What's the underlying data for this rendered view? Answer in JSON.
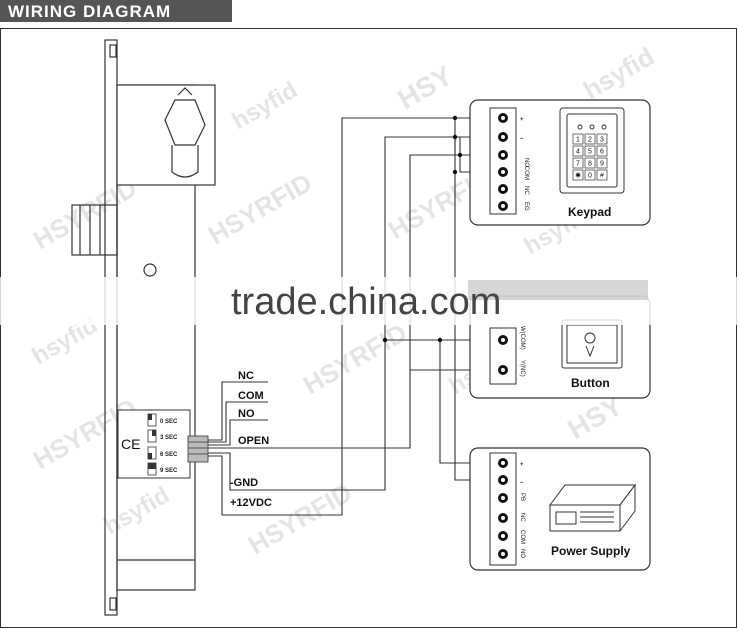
{
  "title": "WIRING DIAGRAM",
  "lock": {
    "delay_settings": [
      "0 SEC",
      "3 SEC",
      "6 SEC",
      "9 SEC"
    ],
    "ce_mark": "CE",
    "wires": [
      "NC",
      "COM",
      "NO",
      "OPEN",
      "-GND",
      "+12VDC"
    ]
  },
  "keypad": {
    "label": "Keypad",
    "terminals": [
      "+",
      "–",
      "NO",
      "COM",
      "NC",
      "EG"
    ],
    "keys": [
      "1",
      "2",
      "3",
      "4",
      "5",
      "6",
      "7",
      "8",
      "9",
      "✱",
      "0",
      "#"
    ]
  },
  "button": {
    "label": "Button",
    "terminals": [
      "W(COM)",
      "Y(NC)"
    ]
  },
  "power_supply": {
    "label": "Power Supply",
    "terminals": [
      "+",
      "–",
      "PB",
      "NC",
      "COM",
      "NO"
    ]
  },
  "watermarks": [
    "hsyfid",
    "HSY",
    "hsyfid",
    "HSYRFID",
    "HSYRFID",
    "HSYRFID",
    "hsyfid",
    "hsyfid",
    "HSYRFID",
    "hsyfid",
    "HSYRFID",
    "hsyfid",
    "HSY",
    "HSYRFID"
  ],
  "banner_text": "trade.china.com",
  "colors": {
    "line": "#333333",
    "header_bg": "#555555",
    "watermark": "#cfcfcf"
  }
}
